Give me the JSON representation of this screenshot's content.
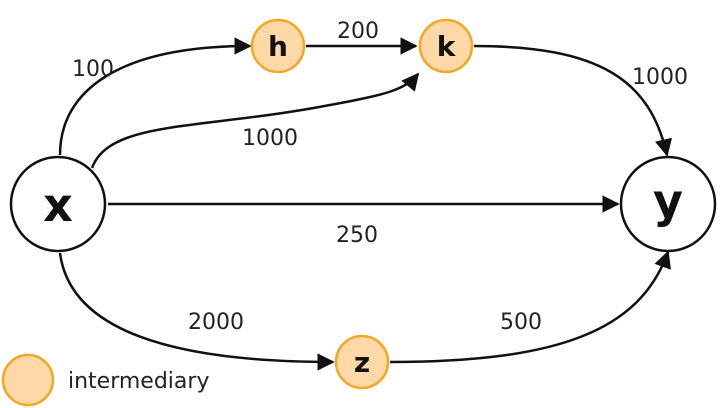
{
  "colors": {
    "intermediary_fill": "#FFD8A8",
    "intermediary_stroke": "#F5A623",
    "edge": "#111111"
  },
  "nodes": {
    "x": {
      "label": "x"
    },
    "y": {
      "label": "y"
    },
    "h": {
      "label": "h"
    },
    "k": {
      "label": "k"
    },
    "z": {
      "label": "z"
    }
  },
  "edges": {
    "x_h": {
      "weight": "100"
    },
    "h_k": {
      "weight": "200"
    },
    "x_k": {
      "weight": "1000"
    },
    "k_y": {
      "weight": "1000"
    },
    "x_y": {
      "weight": "250"
    },
    "x_z": {
      "weight": "2000"
    },
    "z_y": {
      "weight": "500"
    }
  },
  "legend": {
    "label": "intermediary"
  }
}
